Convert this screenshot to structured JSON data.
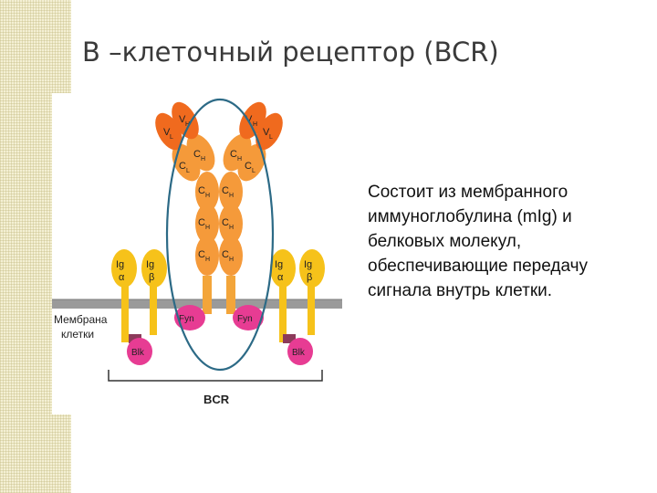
{
  "slide": {
    "title": "В –клеточный рецептор (BCR)",
    "description": "Состоит из мембранного иммуноглобулина (mIg) и белковых молекул, обеспечивающие передачу сигнала внутрь клетки."
  },
  "diagram": {
    "labels": {
      "vh": "V",
      "vh_sub": "H",
      "vl": "V",
      "vl_sub": "L",
      "ch": "C",
      "ch_sub": "H",
      "cl": "C",
      "cl_sub": "L",
      "ig": "Ig",
      "alpha": "α",
      "beta": "β",
      "fyn": "Fyn",
      "blk": "Blk",
      "membrane_line1": "Мембрана",
      "membrane_line2": "клетки",
      "bcr": "BCR"
    },
    "colors": {
      "variable_domain": "#f06a1e",
      "constant_domain": "#f59a3a",
      "tail": "#f3a53a",
      "ig_yellow": "#f6c21a",
      "fyn": "#e73c93",
      "blk": "#e73c93",
      "membrane": "#9a9a9a",
      "ellipse": "#2c6a86",
      "blk_connector": "#8c3a5a"
    }
  }
}
